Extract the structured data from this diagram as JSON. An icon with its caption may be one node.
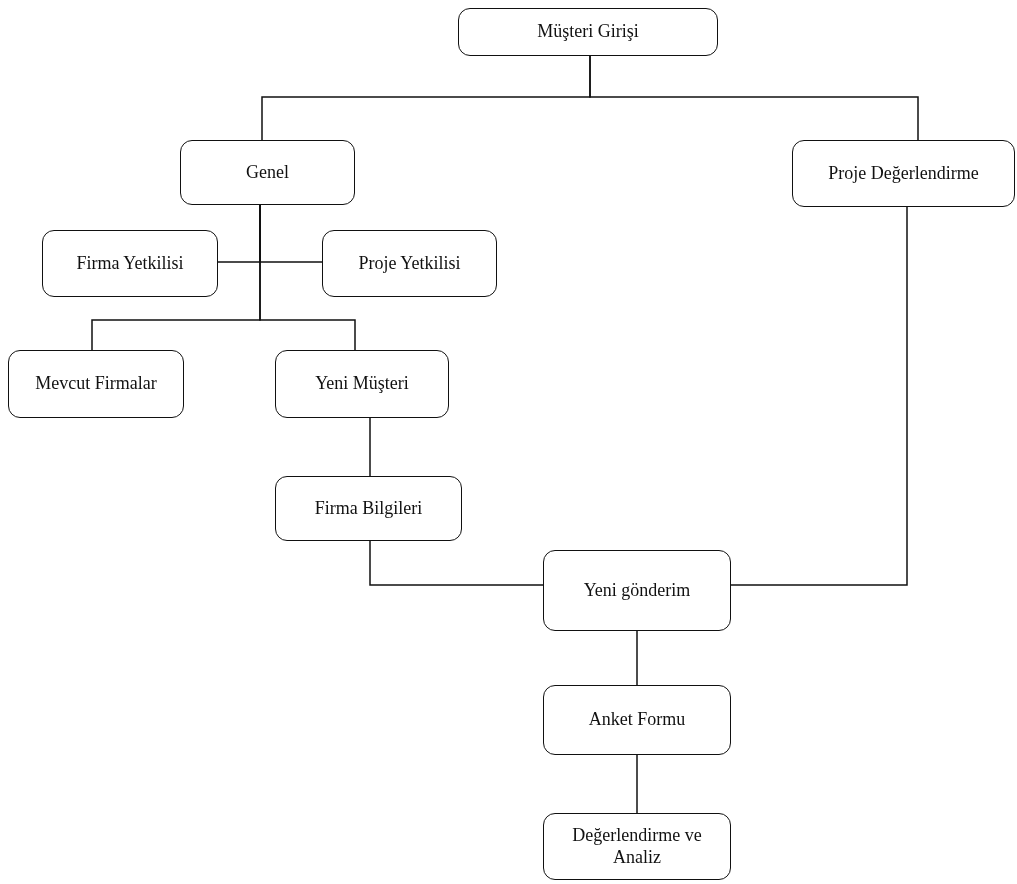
{
  "diagram": {
    "nodes": [
      {
        "text": [
          "Müşteri Girişi"
        ]
      },
      {
        "text": [
          "Genel"
        ]
      },
      {
        "text": [
          "Proje Değerlendirme"
        ]
      },
      {
        "text": [
          "Firma Yetkilisi"
        ]
      },
      {
        "text": [
          "Proje Yetkilisi"
        ]
      },
      {
        "text": [
          "Mevcut Firmalar"
        ]
      },
      {
        "text": [
          "Yeni Müşteri"
        ]
      },
      {
        "text": [
          "Firma Bilgileri"
        ]
      },
      {
        "text": [
          "Yeni gönderim"
        ]
      },
      {
        "text": [
          "Anket Formu"
        ]
      },
      {
        "text": [
          "Değerlendirme ve Analiz"
        ]
      }
    ],
    "edges": [
      {
        "from": 0,
        "to": 1,
        "arrow": "none"
      },
      {
        "from": 0,
        "to": 2,
        "arrow": "none"
      },
      {
        "from": 1,
        "to": 3,
        "arrow": "none"
      },
      {
        "from": 1,
        "to": 4,
        "arrow": "none"
      },
      {
        "from": 1,
        "to": 5,
        "arrow": "none"
      },
      {
        "from": 1,
        "to": 6,
        "arrow": "none"
      },
      {
        "from": 6,
        "to": 7,
        "arrow": "none"
      },
      {
        "from": 7,
        "to": 8,
        "arrow": "none"
      },
      {
        "from": 2,
        "to": 8,
        "arrow": "none"
      },
      {
        "from": 8,
        "to": 9,
        "arrow": "none"
      },
      {
        "from": 9,
        "to": 10,
        "arrow": "none"
      }
    ]
  }
}
